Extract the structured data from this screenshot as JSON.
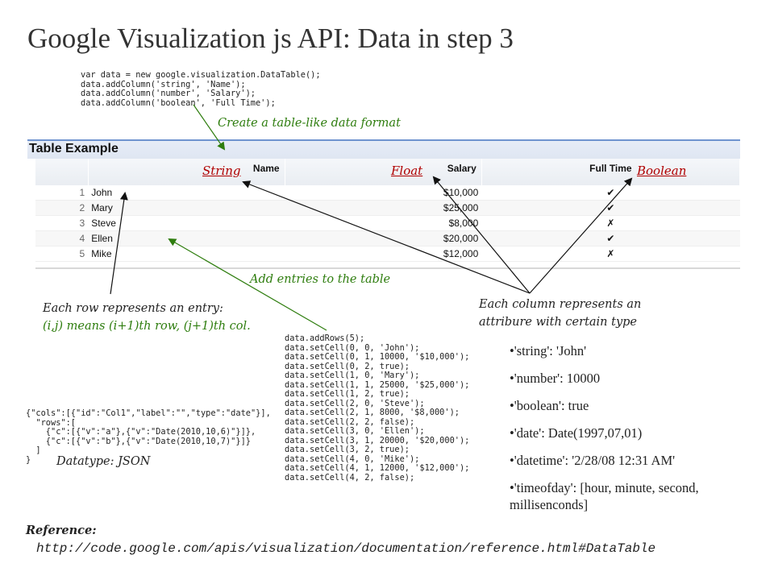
{
  "slide": {
    "title": "Google Visualization js API: Data in step 3"
  },
  "code_columns": [
    "var data = new google.visualization.DataTable();",
    "data.addColumn('string', 'Name');",
    "data.addColumn('number', 'Salary');",
    "data.addColumn('boolean', 'Full Time');"
  ],
  "annotations": {
    "create_format": "Create a table-like data format",
    "add_entries": "Add entries to the table",
    "row_line1": "Each row represents an entry:",
    "row_line2": "(i,j) means (i+1)th row, (j+1)th col.",
    "col_line1": "Each column represents an",
    "col_line2": "attribure with certain type",
    "type_string": "String",
    "type_float": "Float",
    "type_boolean": "Boolean",
    "datatype_json": "Datatype: JSON"
  },
  "table": {
    "caption": "Table Example",
    "headers": {
      "name": "Name",
      "salary": "Salary",
      "full_time": "Full Time"
    },
    "rows": [
      {
        "idx": "1",
        "name": "John",
        "salary": "$10,000",
        "full_time": "✔"
      },
      {
        "idx": "2",
        "name": "Mary",
        "salary": "$25,000",
        "full_time": "✔"
      },
      {
        "idx": "3",
        "name": "Steve",
        "salary": "$8,000",
        "full_time": "✗"
      },
      {
        "idx": "4",
        "name": "Ellen",
        "salary": "$20,000",
        "full_time": "✔"
      },
      {
        "idx": "5",
        "name": "Mike",
        "salary": "$12,000",
        "full_time": "✗"
      }
    ]
  },
  "code_json": [
    "{\"cols\":[{\"id\":\"Col1\",\"label\":\"\",\"type\":\"date\"}],",
    "  \"rows\":[",
    "    {\"c\":[{\"v\":\"a\"},{\"v\":\"Date(2010,10,6)\"}]},",
    "    {\"c\":[{\"v\":\"b\"},{\"v\":\"Date(2010,10,7)\"}]}",
    "  ]",
    "}"
  ],
  "code_rows": [
    "data.addRows(5);",
    "data.setCell(0, 0, 'John');",
    "data.setCell(0, 1, 10000, '$10,000');",
    "data.setCell(0, 2, true);",
    "data.setCell(1, 0, 'Mary');",
    "data.setCell(1, 1, 25000, '$25,000');",
    "data.setCell(1, 2, true);",
    "data.setCell(2, 0, 'Steve');",
    "data.setCell(2, 1, 8000, '$8,000');",
    "data.setCell(2, 2, false);",
    "data.setCell(3, 0, 'Ellen');",
    "data.setCell(3, 1, 20000, '$20,000');",
    "data.setCell(3, 2, true);",
    "data.setCell(4, 0, 'Mike');",
    "data.setCell(4, 1, 12000, '$12,000');",
    "data.setCell(4, 2, false);"
  ],
  "type_list": [
    "•'string': 'John'",
    "•'number': 10000",
    "•'boolean': true",
    "•'date': Date(1997,07,01)",
    "•'datetime': '2/28/08 12:31 AM'",
    "•'timeofday': [hour, minute, second, millisenconds]"
  ],
  "reference": {
    "label": "Reference:",
    "url": "http://code.google.com/apis/visualization/documentation/reference.html#DataTable"
  },
  "colors": {
    "green_annotation": "#2e7d0e",
    "red_type": "#b00000",
    "table_header_border": "#6f93cf"
  }
}
